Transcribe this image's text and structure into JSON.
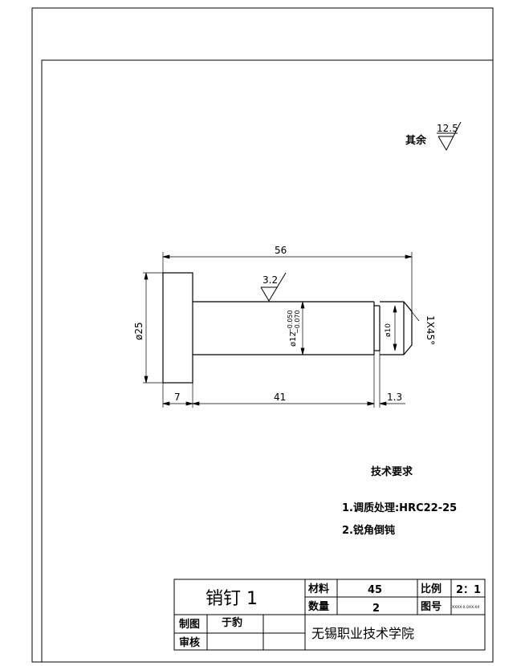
{
  "drawing": {
    "roughness_other_label": "其余",
    "roughness_other_value": "12.5",
    "roughness_surface_value": "3.2",
    "dimensions": {
      "overall_length": "56",
      "head_diameter": "ø25",
      "shaft_diameter": "ø12",
      "shaft_tol_upper": "−0.050",
      "shaft_tol_lower": "−0.070",
      "groove_diameter": "ø10",
      "chamfer": "1X45°",
      "head_length": "7",
      "shaft_length": "41",
      "groove_width": "1.3"
    }
  },
  "notes": {
    "title": "技术要求",
    "items": [
      "1.调质处理:HRC22-25",
      "2.锐角倒钝"
    ]
  },
  "title_block": {
    "part_name": "销钉 1",
    "material_label": "材料",
    "material_value": "45",
    "scale_label": "比例",
    "scale_value": "2：1",
    "quantity_label": "数量",
    "quantity_value": "2",
    "drawing_no_label": "图号",
    "drawing_no_value": "XXXX-X.0XX-XX",
    "drawn_label": "制图",
    "drawn_value": "于豹",
    "checked_label": "审核",
    "school": "无锡职业技术学院"
  }
}
